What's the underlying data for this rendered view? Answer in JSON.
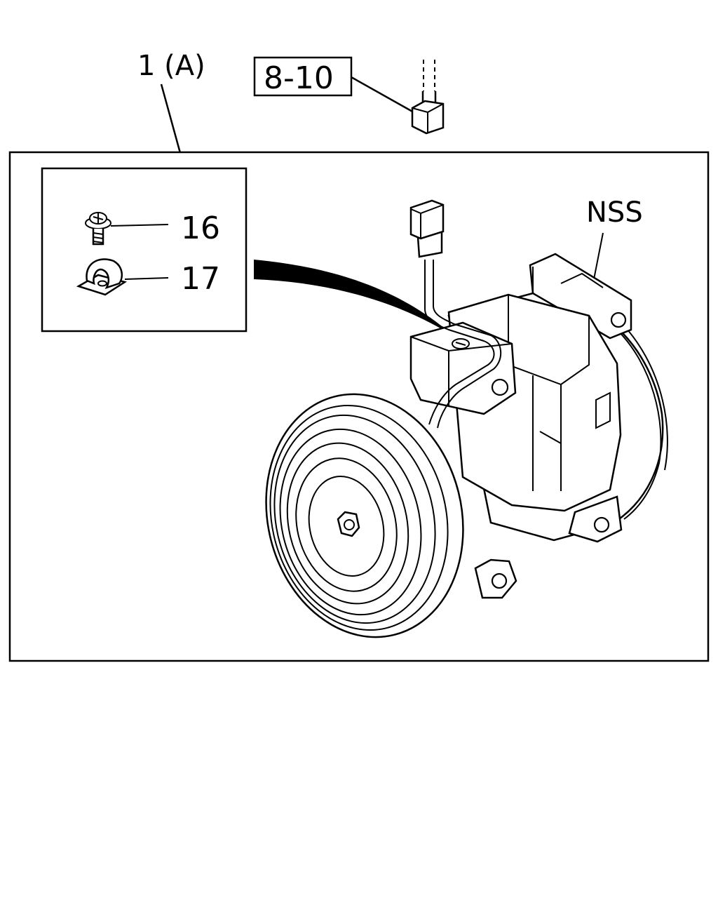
{
  "labels": {
    "assembly": "1 (A)",
    "ref_box": "8-10",
    "part_16": "16",
    "part_17": "17",
    "nss": "NSS"
  }
}
